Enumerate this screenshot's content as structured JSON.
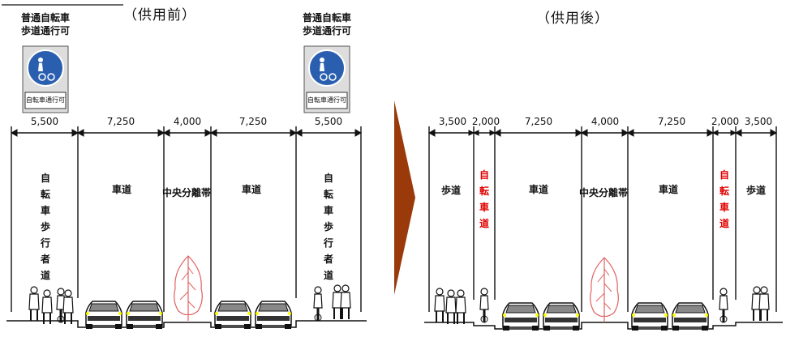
{
  "before": {
    "title": "（供用前）",
    "sign_left_label": "普通自転車\n歩道通行可",
    "sign_right_label": "普通自転車\n歩道通行可",
    "sign_plate_text": "自転車通行可",
    "dims": [
      "5,500",
      "7,250",
      "4,000",
      "7,250",
      "5,500"
    ],
    "zones": {
      "left_walk": "自\n転\n車\n歩\n行\n者\n道",
      "road1": "車道",
      "median": "中央分離帯",
      "road2": "車道",
      "right_walk": "自\n転\n車\n歩\n行\n者\n道"
    }
  },
  "after": {
    "title": "（供用後）",
    "dims": [
      "3,500",
      "2,000",
      "7,250",
      "4,000",
      "7,250",
      "2,000",
      "3,500"
    ],
    "zones": {
      "walk_left": "歩道",
      "bike_left": "自\n転\n車\n道",
      "road1": "車道",
      "median": "中央分離帯",
      "road2": "車道",
      "bike_right": "自\n転\n車\n道",
      "walk_right": "歩道"
    }
  },
  "colors": {
    "arrow": "#9a3a0a",
    "bike_lane_text": "#e00000",
    "sign_blue": "#2a5fb0",
    "tree": "#e06060"
  }
}
